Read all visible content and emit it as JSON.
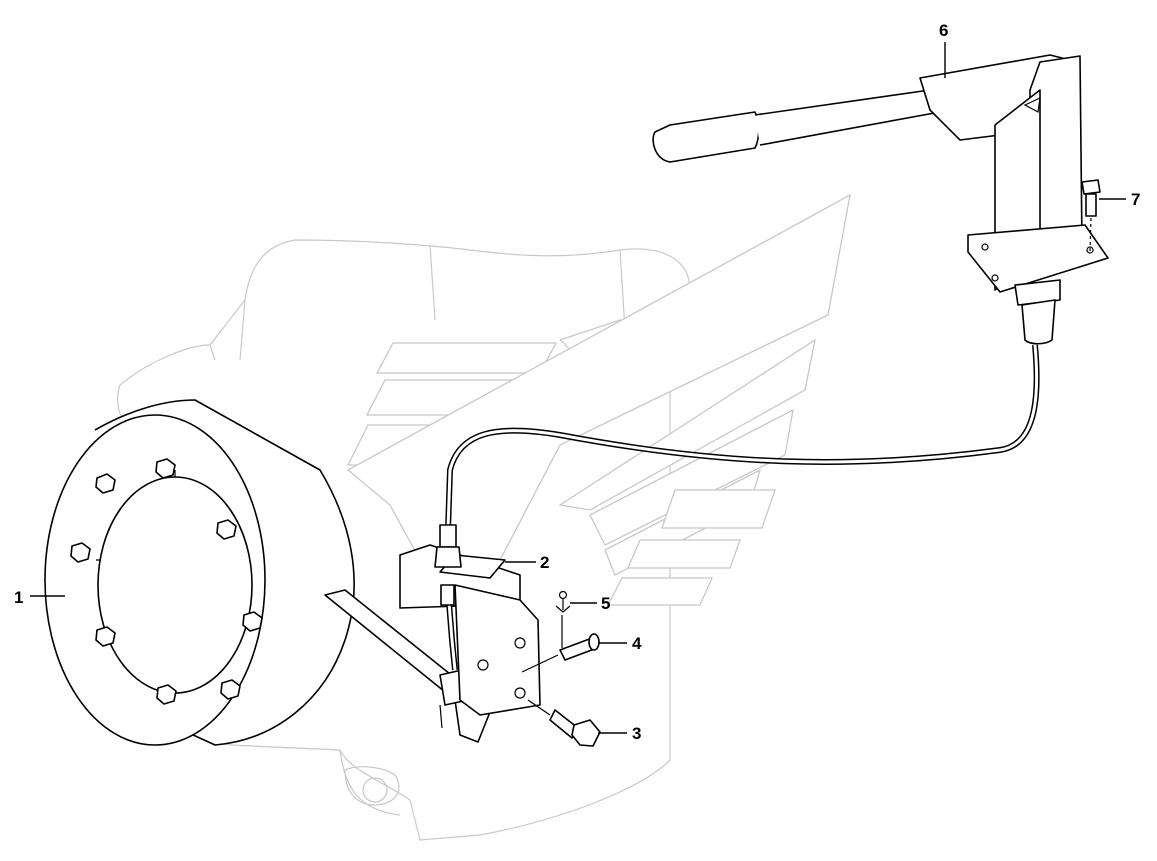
{
  "callouts": [
    {
      "id": "1",
      "label": "1"
    },
    {
      "id": "2",
      "label": "2"
    },
    {
      "id": "3",
      "label": "3"
    },
    {
      "id": "4",
      "label": "4"
    },
    {
      "id": "5",
      "label": "5"
    },
    {
      "id": "6",
      "label": "6"
    },
    {
      "id": "7",
      "label": "7"
    }
  ],
  "colors": {
    "line": "#000000",
    "ghost": "#c8c8c8",
    "background": "#ffffff"
  },
  "icons": [
    "brake-drum-icon",
    "bracket-icon",
    "bolt-icon",
    "pin-icon",
    "cotter-pin-icon",
    "hand-lever-icon",
    "screw-icon",
    "cable-icon",
    "transmission-housing-icon",
    "watermark-logo-icon"
  ]
}
